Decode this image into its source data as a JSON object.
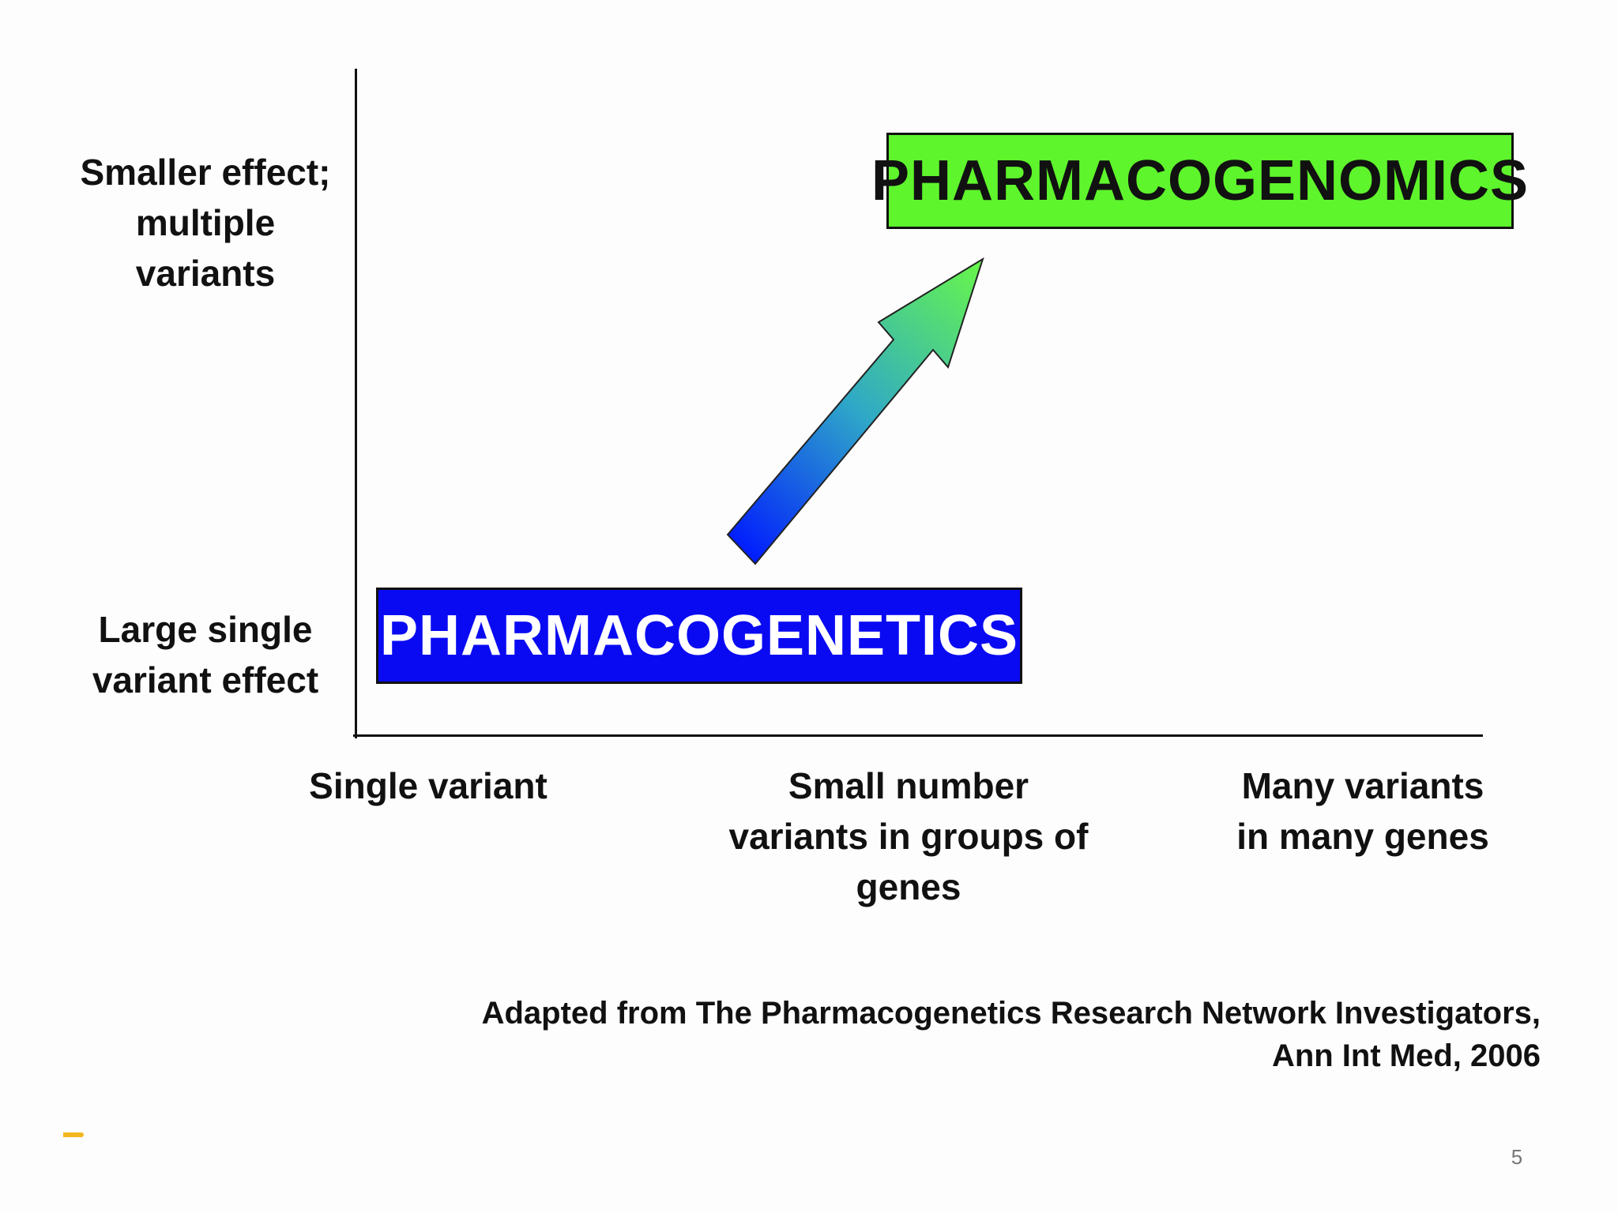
{
  "y_axis": {
    "top_label": "Smaller effect;\nmultiple\nvariants",
    "bottom_label": "Large single\nvariant effect"
  },
  "x_axis": {
    "left_label": "Single variant",
    "middle_label": "Small number\nvariants in groups of\ngenes",
    "right_label": "Many variants\nin many genes"
  },
  "boxes": {
    "pharmacogenetics": {
      "label": "PHARMACOGENETICS",
      "color": "#0a0af2"
    },
    "pharmacogenomics": {
      "label": "PHARMACOGENOMICS",
      "color": "#5ef52c"
    }
  },
  "arrow": {
    "gradient_start": "#0018ff",
    "gradient_end": "#66f44e"
  },
  "citation": {
    "line1": "Adapted from The Pharmacogenetics Research Network Investigators,",
    "line2": "Ann Int Med, 2006"
  },
  "page_number": "5",
  "accent_color": "#f2b720"
}
